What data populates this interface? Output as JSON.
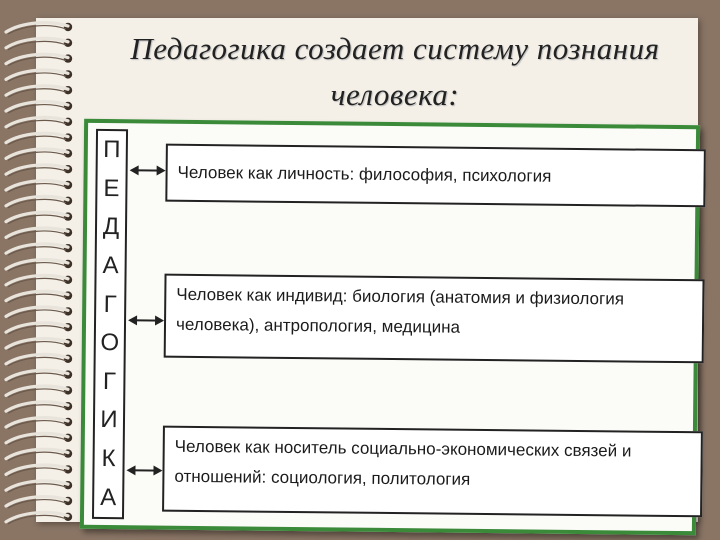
{
  "title": {
    "line1": "Педагогика  создает систему познания",
    "line2": "человека:"
  },
  "vertical_label": [
    "П",
    "Е",
    "Д",
    "А",
    "Г",
    "О",
    "Г",
    "И",
    "К",
    "А"
  ],
  "boxes": [
    {
      "text": "Человек как личность: философия, психология"
    },
    {
      "text": "Человек как индивид: биология (анатомия и физиология человека), антропология, медицина"
    },
    {
      "text": "Человек как носитель социально-экономических связей и отношений: социология, политология"
    }
  ],
  "colors": {
    "background": "#8a7565",
    "page": "#f4f0e8",
    "frame": "#3a8a3a"
  }
}
